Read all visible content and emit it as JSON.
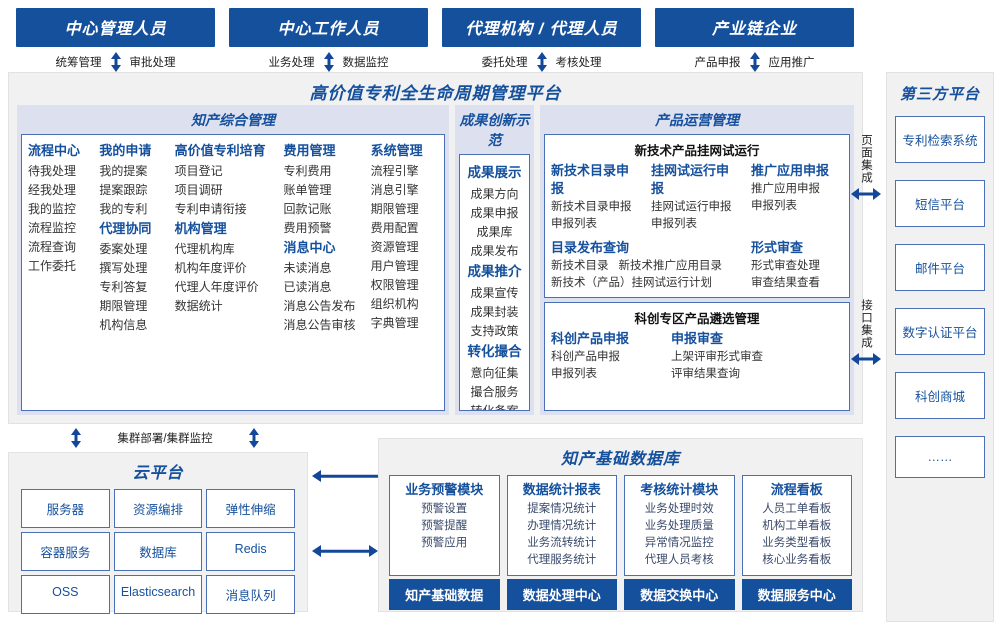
{
  "actors": [
    {
      "title": "中心管理人员",
      "flows": [
        "统筹管理",
        "审批处理"
      ]
    },
    {
      "title": "中心工作人员",
      "flows": [
        "业务处理",
        "数据监控"
      ]
    },
    {
      "title": "代理机构 / 代理人员",
      "flows": [
        "委托处理",
        "考核处理"
      ]
    },
    {
      "title": "产业链企业",
      "flows": [
        "产品申报",
        "应用推广"
      ]
    }
  ],
  "platform": {
    "title": "高价值专利全生命周期管理平台",
    "groups": {
      "zcgl": {
        "title": "知产综合管理",
        "columns": [
          {
            "blocks": [
              {
                "header": "流程中心",
                "items": [
                  "待我处理",
                  "经我处理",
                  "我的监控",
                  "流程监控",
                  "流程查询",
                  "工作委托"
                ]
              }
            ]
          },
          {
            "blocks": [
              {
                "header": "我的申请",
                "items": [
                  "我的提案",
                  "提案跟踪",
                  "我的专利"
                ]
              },
              {
                "header": "代理协同",
                "items": [
                  "委案处理",
                  "撰写处理",
                  "专利答复",
                  "期限管理",
                  "机构信息"
                ]
              }
            ]
          },
          {
            "blocks": [
              {
                "header": "高价值专利培育",
                "items": [
                  "项目登记",
                  "项目调研",
                  "专利申请衔接"
                ]
              },
              {
                "header": "机构管理",
                "items": [
                  "代理机构库",
                  "机构年度评价",
                  "代理人年度评价",
                  "数据统计"
                ]
              }
            ]
          },
          {
            "blocks": [
              {
                "header": "费用管理",
                "items": [
                  "专利费用",
                  "账单管理",
                  "回款记账",
                  "费用预警"
                ]
              },
              {
                "header": "消息中心",
                "items": [
                  "未读消息",
                  "已读消息",
                  "消息公告发布",
                  "消息公告审核"
                ]
              }
            ]
          },
          {
            "blocks": [
              {
                "header": "系统管理",
                "items": [
                  "流程引擎",
                  "消息引擎",
                  "期限管理",
                  "费用配置",
                  "资源管理",
                  "用户管理",
                  "权限管理",
                  "组织机构",
                  "字典管理"
                ]
              }
            ]
          }
        ]
      },
      "cgcx": {
        "title": "成果创新示范",
        "blocks": [
          {
            "header": "成果展示",
            "items": [
              "成果方向",
              "成果申报",
              "成果库",
              "成果发布"
            ]
          },
          {
            "header": "成果推介",
            "items": [
              "成果宣传",
              "成果封装",
              "支持政策"
            ]
          },
          {
            "header": "转化撮合",
            "items": [
              "意向征集",
              "撮合服务",
              "转化备案"
            ]
          }
        ]
      },
      "cpyy": {
        "title": "产品运营管理",
        "boxes": [
          {
            "title": "新技术产品挂网试运行",
            "row1": [
              {
                "header": "新技术目录申报",
                "items": [
                  "新技术目录申报",
                  "申报列表"
                ]
              },
              {
                "header": "挂网试运行申报",
                "items": [
                  "挂网试运行申报",
                  "申报列表"
                ]
              },
              {
                "header": "推广应用申报",
                "items": [
                  "推广应用申报",
                  "申报列表"
                ]
              }
            ],
            "row2": [
              {
                "header": "目录发布查询",
                "items": [
                  "新技术目录",
                  "新技术推广应用目录",
                  "新技术（产品）挂网试运行计划"
                ]
              },
              {
                "header": "形式审查",
                "items": [
                  "形式审查处理",
                  "审查结果查看"
                ]
              }
            ]
          },
          {
            "title": "科创专区产品遴选管理",
            "row1": [
              {
                "header": "科创产品申报",
                "items": [
                  "科创产品申报",
                  "申报列表"
                ]
              },
              {
                "header": "申报审查",
                "items": [
                  "上架评审形式审查",
                  "评审结果查询"
                ]
              }
            ]
          }
        ]
      }
    }
  },
  "integration": {
    "page_integration": "页面集成",
    "api_integration": "接口集成"
  },
  "thirdparty": {
    "title": "第三方平台",
    "items": [
      "专利检索系统",
      "短信平台",
      "邮件平台",
      "数字认证平台",
      "科创商城",
      "……"
    ]
  },
  "cluster": {
    "label": "集群部署/集群监控"
  },
  "cloud": {
    "title": "云平台",
    "cells": [
      "服务器",
      "资源编排",
      "弹性伸缩",
      "容器服务",
      "数据库",
      "Redis",
      "OSS",
      "Elasticsearch",
      "消息队列"
    ]
  },
  "kdb": {
    "title": "知产基础数据库",
    "columns": [
      {
        "header": "业务预警模块",
        "items": [
          "预警设置",
          "预警提醒",
          "预警应用"
        ],
        "footer": "知产基础数据"
      },
      {
        "header": "数据统计报表",
        "items": [
          "提案情况统计",
          "办理情况统计",
          "业务流转统计",
          "代理服务统计"
        ],
        "footer": "数据处理中心"
      },
      {
        "header": "考核统计模块",
        "items": [
          "业务处理时效",
          "业务处理质量",
          "异常情况监控",
          "代理人员考核"
        ],
        "footer": "数据交换中心"
      },
      {
        "header": "流程看板",
        "items": [
          "人员工单看板",
          "机构工单看板",
          "业务类型看板",
          "核心业务看板"
        ],
        "footer": "数据服务中心"
      }
    ]
  },
  "colors": {
    "brand": "#15509D",
    "arrow": "#13479A",
    "group_bg": "#DDE0EF",
    "panel_bg": "#F1F1F1",
    "border": "#4A6FB5"
  }
}
